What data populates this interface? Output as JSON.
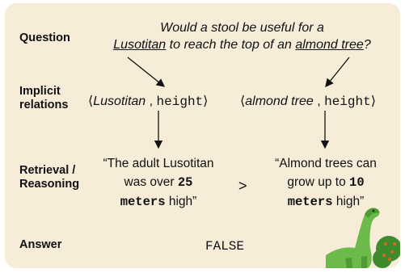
{
  "labels": {
    "question": "Question",
    "implicit_1": "Implicit",
    "implicit_2": "relations",
    "retrieval_1": "Retrieval /",
    "retrieval_2": "Reasoning",
    "answer": "Answer"
  },
  "question": {
    "line1": "Would a stool be useful for a",
    "entity1": "Lusotitan",
    "mid": " to reach the top of an ",
    "entity2": "almond tree",
    "end": "?"
  },
  "relations": [
    {
      "open": "⟨",
      "entity": "Lusotitan",
      "sep": " , ",
      "attr": "height",
      "close": "⟩"
    },
    {
      "open": "⟨",
      "entity": "almond tree",
      "sep": " , ",
      "attr": "height",
      "close": "⟩"
    }
  ],
  "retrieval": [
    {
      "line1": "“The adult Lusotitan",
      "line2a": "was over ",
      "num": "25",
      "unit": "meters",
      "tail": " high”"
    },
    {
      "line1": "“Almond trees can",
      "line2a": "grow up to ",
      "num": "10",
      "unit": "meters",
      "tail": " high”"
    }
  ],
  "comparison": ">",
  "answer": "FALSE",
  "colors": {
    "panel": "#f6ecd8",
    "dino": "#6cbb4a",
    "dino_dark": "#4f9a34",
    "bush": "#3f8a2c",
    "berry": "#d2691e"
  },
  "icons": [
    "arrow-icon",
    "dinosaur-illustration"
  ]
}
